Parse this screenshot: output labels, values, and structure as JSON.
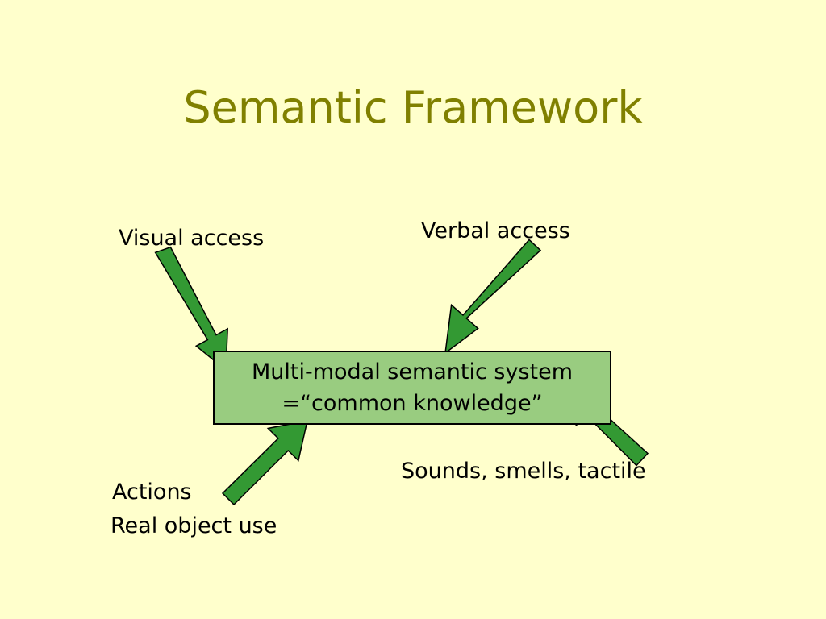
{
  "slide": {
    "title": "Semantic Framework",
    "background_color": "#ffffcc",
    "title_color": "#808000"
  },
  "diagram": {
    "center_node": {
      "line1": "Multi-modal semantic system",
      "line2": "=“common knowledge”",
      "fill_color": "#99cc80"
    },
    "inputs": {
      "visual": "Visual access",
      "verbal": "Verbal access",
      "sounds": "Sounds, smells, tactile",
      "actions": "Actions",
      "real_use": "Real object use"
    },
    "arrow_color": "#339933"
  }
}
